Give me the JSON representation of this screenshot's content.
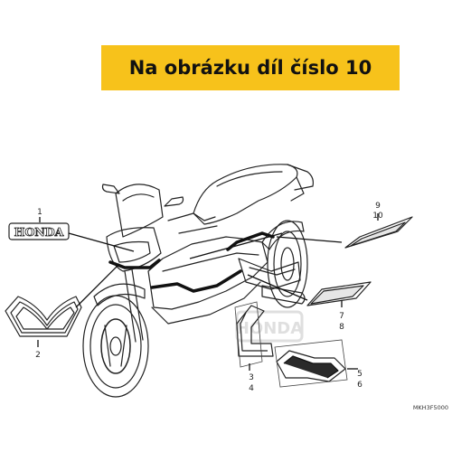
{
  "banner": {
    "text": "Na obrázku díl číslo 10",
    "color": "#f7c21b"
  },
  "callouts": {
    "c1": "1",
    "c2": "2",
    "c3": "3",
    "c4": "4",
    "c5": "5",
    "c6": "6",
    "c7": "7",
    "c8": "8",
    "c9": "9",
    "c10": "10"
  },
  "diagram_code": "MKH3F5000",
  "emblem_label": "HONDA",
  "watermark": "HONDA",
  "colors": {
    "line": "#222222",
    "stripe_fill": "#e6e6e6",
    "banner_text": "#111111"
  }
}
